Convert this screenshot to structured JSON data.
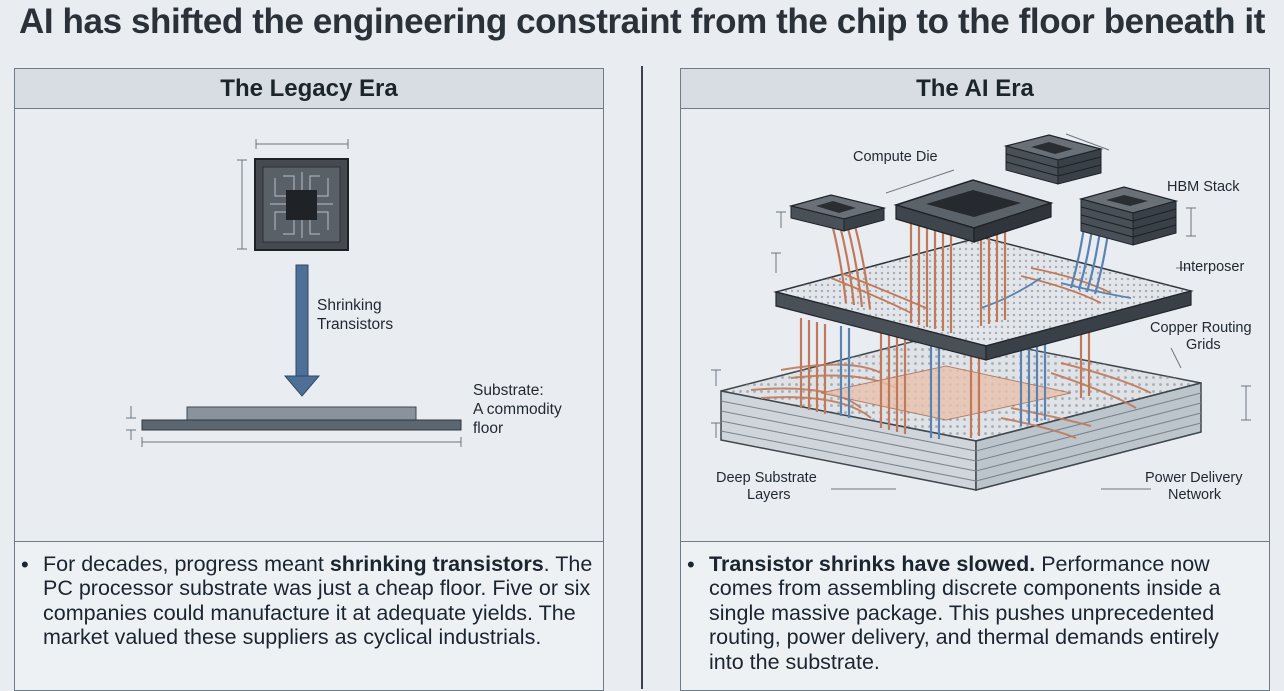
{
  "title": "AI has shifted the engineering constraint from the chip to the floor beneath it",
  "legacy": {
    "heading": "The Legacy Era",
    "arrow_label_1": "Shrinking",
    "arrow_label_2": "Transistors",
    "substrate_label_1": "Substrate:",
    "substrate_label_2": "A commodity",
    "substrate_label_3": "floor",
    "caption_bold": "shrinking transistors",
    "caption_pre": "For decades, progress meant ",
    "caption_post": ". The PC processor substrate was just a cheap floor. Five or six companies could manufacture it at adequate yields. The market valued these suppliers as cyclical industrials."
  },
  "ai": {
    "heading": "The AI Era",
    "labels": {
      "compute_die": "Compute Die",
      "hbm_stack": "HBM Stack",
      "interposer": "Interposer",
      "copper_1": "Copper Routing",
      "copper_2": "Grids",
      "deep_1": "Deep Substrate",
      "deep_2": "Layers",
      "power_1": "Power Delivery",
      "power_2": "Network"
    },
    "caption_bold": "Transistor shrinks have slowed.",
    "caption_post": " Performance now comes from assembling discrete components inside a single massive package. This pushes unprecedented routing, power delivery, and thermal demands entirely into the substrate."
  },
  "colors": {
    "arrow": "#4e6f96",
    "copper": "#c07a5a",
    "blue_routing": "#5b83b0",
    "die": "#3b4047"
  }
}
